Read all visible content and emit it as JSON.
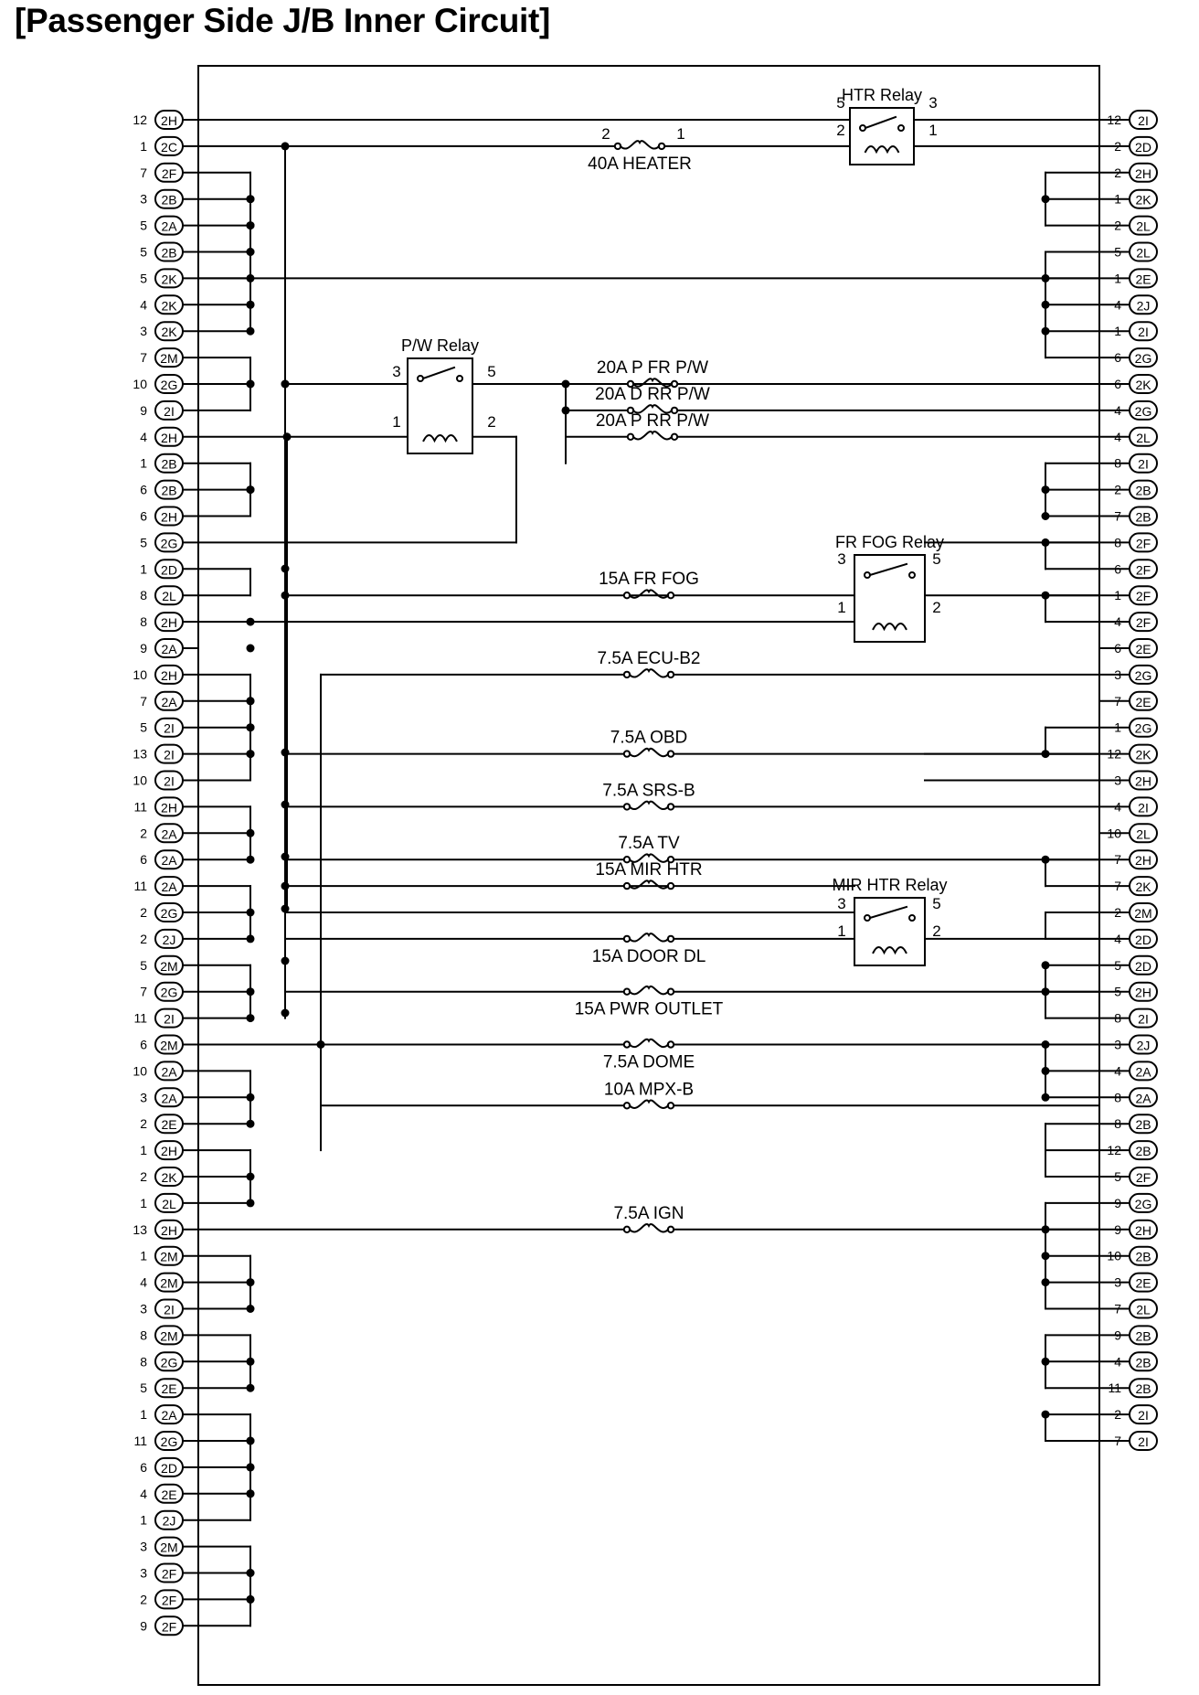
{
  "title": "[Passenger Side J/B Inner Circuit]",
  "left_connectors": [
    {
      "pin": "12",
      "conn": "2H"
    },
    {
      "pin": "1",
      "conn": "2C"
    },
    {
      "pin": "7",
      "conn": "2F"
    },
    {
      "pin": "3",
      "conn": "2B"
    },
    {
      "pin": "5",
      "conn": "2A"
    },
    {
      "pin": "5",
      "conn": "2B"
    },
    {
      "pin": "5",
      "conn": "2K"
    },
    {
      "pin": "4",
      "conn": "2K"
    },
    {
      "pin": "3",
      "conn": "2K"
    },
    {
      "pin": "7",
      "conn": "2M"
    },
    {
      "pin": "10",
      "conn": "2G"
    },
    {
      "pin": "9",
      "conn": "2I"
    },
    {
      "pin": "4",
      "conn": "2H"
    },
    {
      "pin": "1",
      "conn": "2B"
    },
    {
      "pin": "6",
      "conn": "2B"
    },
    {
      "pin": "6",
      "conn": "2H"
    },
    {
      "pin": "5",
      "conn": "2G"
    },
    {
      "pin": "1",
      "conn": "2D"
    },
    {
      "pin": "8",
      "conn": "2L"
    },
    {
      "pin": "8",
      "conn": "2H"
    },
    {
      "pin": "9",
      "conn": "2A"
    },
    {
      "pin": "10",
      "conn": "2H"
    },
    {
      "pin": "7",
      "conn": "2A"
    },
    {
      "pin": "5",
      "conn": "2I"
    },
    {
      "pin": "13",
      "conn": "2I"
    },
    {
      "pin": "10",
      "conn": "2I"
    },
    {
      "pin": "11",
      "conn": "2H"
    },
    {
      "pin": "2",
      "conn": "2A"
    },
    {
      "pin": "6",
      "conn": "2A"
    },
    {
      "pin": "11",
      "conn": "2A"
    },
    {
      "pin": "2",
      "conn": "2G"
    },
    {
      "pin": "2",
      "conn": "2J"
    },
    {
      "pin": "5",
      "conn": "2M"
    },
    {
      "pin": "7",
      "conn": "2G"
    },
    {
      "pin": "11",
      "conn": "2I"
    },
    {
      "pin": "6",
      "conn": "2M"
    },
    {
      "pin": "10",
      "conn": "2A"
    },
    {
      "pin": "3",
      "conn": "2A"
    },
    {
      "pin": "2",
      "conn": "2E"
    },
    {
      "pin": "1",
      "conn": "2H"
    },
    {
      "pin": "2",
      "conn": "2K"
    },
    {
      "pin": "1",
      "conn": "2L"
    },
    {
      "pin": "13",
      "conn": "2H"
    },
    {
      "pin": "1",
      "conn": "2M"
    },
    {
      "pin": "4",
      "conn": "2M"
    },
    {
      "pin": "3",
      "conn": "2I"
    },
    {
      "pin": "8",
      "conn": "2M"
    },
    {
      "pin": "8",
      "conn": "2G"
    },
    {
      "pin": "5",
      "conn": "2E"
    },
    {
      "pin": "1",
      "conn": "2A"
    },
    {
      "pin": "11",
      "conn": "2G"
    },
    {
      "pin": "6",
      "conn": "2D"
    },
    {
      "pin": "4",
      "conn": "2E"
    },
    {
      "pin": "1",
      "conn": "2J"
    },
    {
      "pin": "3",
      "conn": "2M"
    },
    {
      "pin": "3",
      "conn": "2F"
    },
    {
      "pin": "2",
      "conn": "2F"
    },
    {
      "pin": "9",
      "conn": "2F"
    }
  ],
  "right_connectors": [
    {
      "pin": "12",
      "conn": "2I"
    },
    {
      "pin": "2",
      "conn": "2D"
    },
    {
      "pin": "2",
      "conn": "2H"
    },
    {
      "pin": "1",
      "conn": "2K"
    },
    {
      "pin": "2",
      "conn": "2L"
    },
    {
      "pin": "5",
      "conn": "2L"
    },
    {
      "pin": "1",
      "conn": "2E"
    },
    {
      "pin": "4",
      "conn": "2J"
    },
    {
      "pin": "1",
      "conn": "2I"
    },
    {
      "pin": "6",
      "conn": "2G"
    },
    {
      "pin": "6",
      "conn": "2K"
    },
    {
      "pin": "4",
      "conn": "2G"
    },
    {
      "pin": "4",
      "conn": "2L"
    },
    {
      "pin": "8",
      "conn": "2I"
    },
    {
      "pin": "2",
      "conn": "2B"
    },
    {
      "pin": "7",
      "conn": "2B"
    },
    {
      "pin": "8",
      "conn": "2F"
    },
    {
      "pin": "6",
      "conn": "2F"
    },
    {
      "pin": "1",
      "conn": "2F"
    },
    {
      "pin": "4",
      "conn": "2F"
    },
    {
      "pin": "6",
      "conn": "2E"
    },
    {
      "pin": "3",
      "conn": "2G"
    },
    {
      "pin": "7",
      "conn": "2E"
    },
    {
      "pin": "1",
      "conn": "2G"
    },
    {
      "pin": "12",
      "conn": "2K"
    },
    {
      "pin": "3",
      "conn": "2H"
    },
    {
      "pin": "4",
      "conn": "2I"
    },
    {
      "pin": "10",
      "conn": "2L"
    },
    {
      "pin": "7",
      "conn": "2H"
    },
    {
      "pin": "7",
      "conn": "2K"
    },
    {
      "pin": "2",
      "conn": "2M"
    },
    {
      "pin": "4",
      "conn": "2D"
    },
    {
      "pin": "5",
      "conn": "2D"
    },
    {
      "pin": "5",
      "conn": "2H"
    },
    {
      "pin": "8",
      "conn": "2I"
    },
    {
      "pin": "3",
      "conn": "2J"
    },
    {
      "pin": "4",
      "conn": "2A"
    },
    {
      "pin": "8",
      "conn": "2A"
    },
    {
      "pin": "8",
      "conn": "2B"
    },
    {
      "pin": "12",
      "conn": "2B"
    },
    {
      "pin": "5",
      "conn": "2F"
    },
    {
      "pin": "9",
      "conn": "2G"
    },
    {
      "pin": "9",
      "conn": "2H"
    },
    {
      "pin": "10",
      "conn": "2B"
    },
    {
      "pin": "3",
      "conn": "2E"
    },
    {
      "pin": "7",
      "conn": "2L"
    },
    {
      "pin": "9",
      "conn": "2B"
    },
    {
      "pin": "4",
      "conn": "2B"
    },
    {
      "pin": "11",
      "conn": "2B"
    },
    {
      "pin": "2",
      "conn": "2I"
    },
    {
      "pin": "7",
      "conn": "2I"
    }
  ],
  "fuses": [
    {
      "label": "40A HEATER",
      "pin_left": "2",
      "pin_right": "1"
    },
    {
      "label": "20A P FR P/W"
    },
    {
      "label": "20A D RR P/W"
    },
    {
      "label": "20A P RR P/W"
    },
    {
      "label": "15A FR FOG"
    },
    {
      "label": "7.5A ECU-B2"
    },
    {
      "label": "7.5A OBD"
    },
    {
      "label": "7.5A SRS-B"
    },
    {
      "label": "7.5A TV"
    },
    {
      "label": "15A MIR HTR"
    },
    {
      "label": "15A DOOR DL"
    },
    {
      "label": "15A PWR OUTLET"
    },
    {
      "label": "7.5A DOME"
    },
    {
      "label": "10A MPX-B"
    },
    {
      "label": "7.5A IGN"
    }
  ],
  "relays": [
    {
      "name": "HTR Relay",
      "pins": [
        "5",
        "3",
        "2",
        "1"
      ]
    },
    {
      "name": "P/W Relay",
      "pins": [
        "3",
        "5",
        "1",
        "2"
      ]
    },
    {
      "name": "FR FOG Relay",
      "pins": [
        "3",
        "5",
        "1",
        "2"
      ]
    },
    {
      "name": "MIR HTR Relay",
      "pins": [
        "3",
        "5",
        "1",
        "2"
      ]
    }
  ]
}
